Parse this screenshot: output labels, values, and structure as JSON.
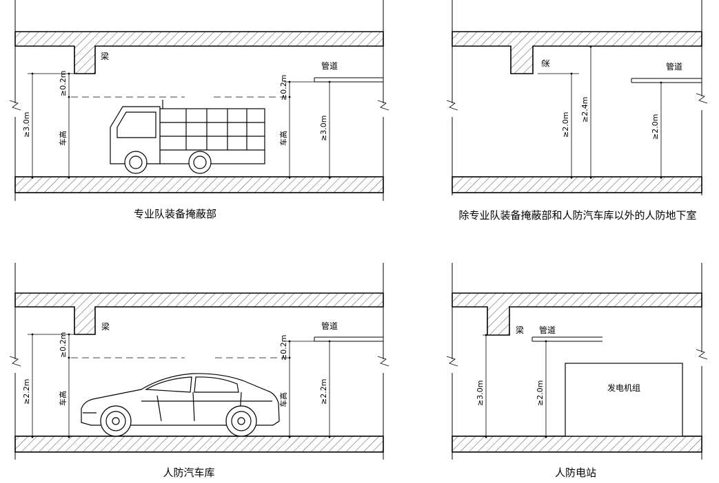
{
  "panels": [
    {
      "id": "equipment",
      "caption": "专业队装备掩蔽部",
      "labels": {
        "beam": "梁",
        "pipe": "管道"
      },
      "dims": {
        "clear_left": "≥3.0m",
        "beam_gap": "≥0.2m",
        "vehicle_left": "车高",
        "pipe_gap": "≥0.2m",
        "vehicle_right": "车高",
        "clear_right": "≥3.0m"
      }
    },
    {
      "id": "basement",
      "caption": "除专业队装备掩蔽部和人防汽车库以外的人防地下室",
      "labels": {
        "beam": "梁",
        "pipe": "管道"
      },
      "dims": {
        "beam_clear": "≥2.0m",
        "room_clear": "≥2.4m",
        "pipe_clear": "≥2.0m"
      }
    },
    {
      "id": "garage",
      "caption": "人防汽车库",
      "labels": {
        "beam": "梁",
        "pipe": "管道"
      },
      "dims": {
        "clear_left": "≥2.2m",
        "beam_gap": "≥0.2m",
        "vehicle_left": "车高",
        "pipe_gap": "≥0.2m",
        "vehicle_right": "车高",
        "clear_right": "≥2.2m"
      }
    },
    {
      "id": "power",
      "caption": "人防电站",
      "labels": {
        "beam": "梁",
        "pipe": "管道",
        "generator": "发电机组"
      },
      "dims": {
        "beam_clear": "≥3.0m",
        "pipe_clear": "≥2.0m"
      }
    }
  ],
  "icons": [
    "truck-icon",
    "car-icon"
  ]
}
